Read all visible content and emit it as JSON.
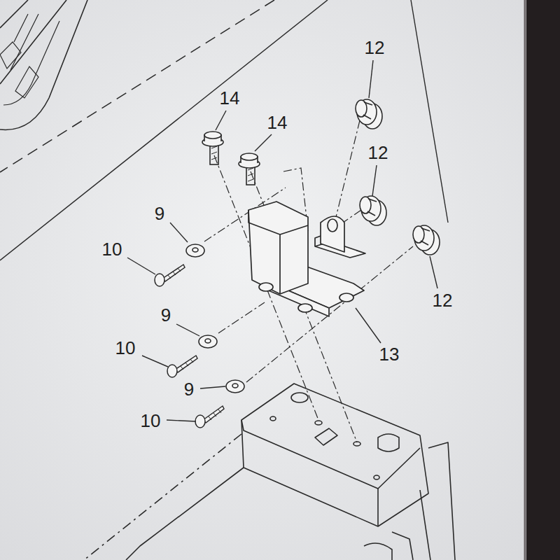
{
  "diagram": {
    "labels": [
      "12",
      "14",
      "14",
      "12",
      "9",
      "10",
      "12",
      "9",
      "10",
      "13",
      "9",
      "10"
    ]
  }
}
